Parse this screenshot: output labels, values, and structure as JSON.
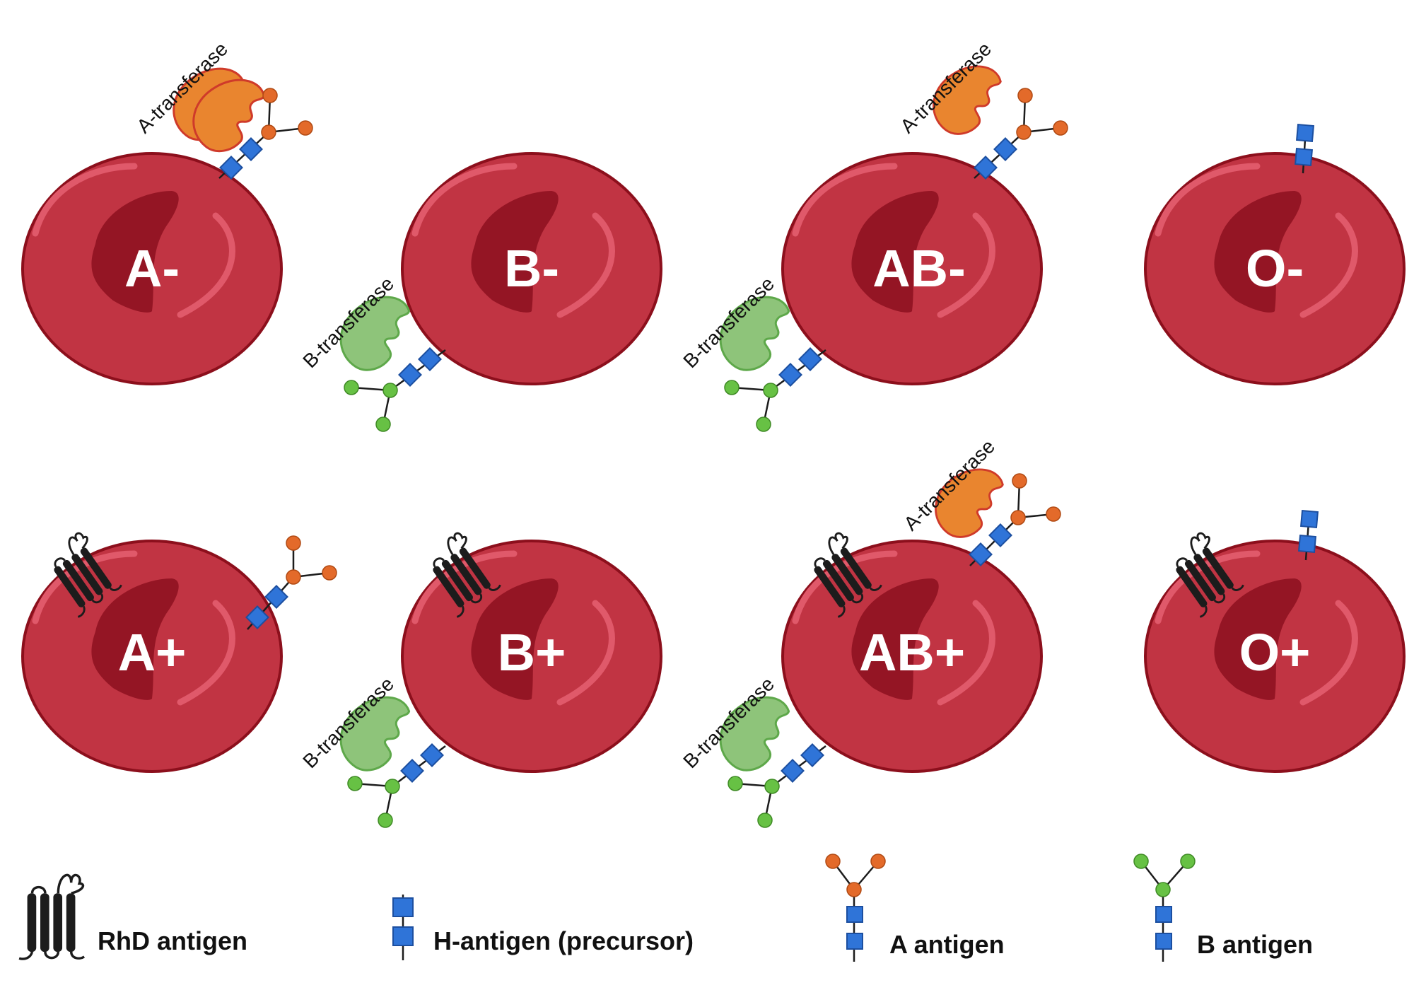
{
  "cells": [
    {
      "id": "a-neg",
      "label": "A-",
      "a_transferase": true,
      "b_transferase": false,
      "h_only": false,
      "rhd": false
    },
    {
      "id": "b-neg",
      "label": "B-",
      "a_transferase": false,
      "b_transferase": true,
      "h_only": false,
      "rhd": false
    },
    {
      "id": "ab-neg",
      "label": "AB-",
      "a_transferase": true,
      "b_transferase": true,
      "h_only": false,
      "rhd": false
    },
    {
      "id": "o-neg",
      "label": "O-",
      "a_transferase": false,
      "b_transferase": false,
      "h_only": true,
      "rhd": false
    },
    {
      "id": "a-pos",
      "label": "A+",
      "a_transferase": false,
      "a_antigen_only": true,
      "b_transferase": false,
      "h_only": false,
      "rhd": true
    },
    {
      "id": "b-pos",
      "label": "B+",
      "a_transferase": false,
      "b_transferase": true,
      "h_only": false,
      "rhd": true
    },
    {
      "id": "ab-pos",
      "label": "AB+",
      "a_transferase": true,
      "b_transferase": true,
      "h_only": false,
      "rhd": true
    },
    {
      "id": "o-pos",
      "label": "O+",
      "a_transferase": false,
      "b_transferase": false,
      "h_only": true,
      "rhd": true
    }
  ],
  "enzymes": {
    "a_transferase": "A-transferase",
    "b_transferase": "B-transferase"
  },
  "legend": {
    "rhd": "RhD antigen",
    "h_antigen": "H-antigen (precursor)",
    "a_antigen": "A antigen",
    "b_antigen": "B antigen"
  },
  "colors": {
    "cell_fill": "#c13443",
    "cell_stroke": "#8c0f1c",
    "cell_center": "#941524",
    "cell_highlight": "#e0596a",
    "a_transferase": "#e9852f",
    "a_transferase_stroke": "#cf3a2a",
    "b_transferase": "#8ec47a",
    "b_transferase_stroke": "#5ea84a",
    "h_sugar": "#2f74d8",
    "a_sugar": "#e36a2a",
    "b_sugar": "#67c144",
    "rhd": "#1c1c1c"
  },
  "icons": {
    "rhd": "rhd-antigen-icon",
    "h": "h-antigen-icon",
    "a": "a-antigen-icon",
    "b": "b-antigen-icon"
  }
}
